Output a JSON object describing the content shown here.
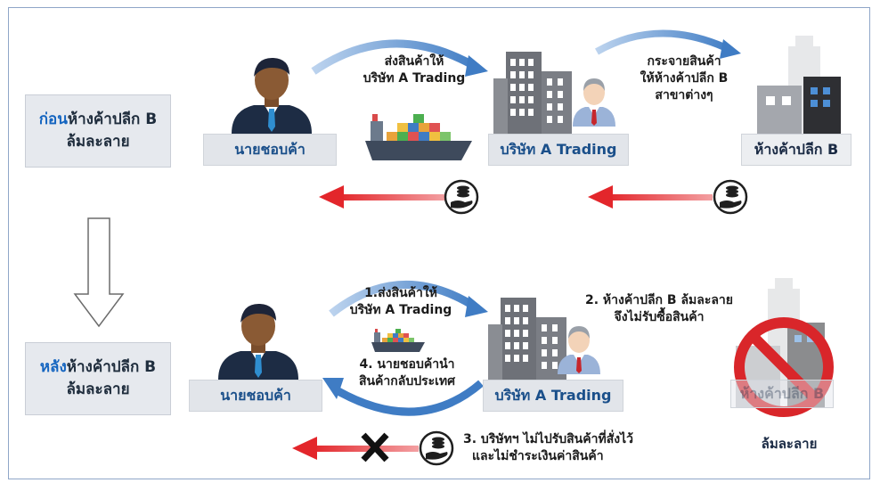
{
  "before": {
    "label_highlight": "ก่อน",
    "label_rest_line1": "ห้างค้าปลีก B",
    "label_line2": "ล้มละลาย",
    "merchant_label": "นายชอบค้า",
    "company_label": "บริษัท A Trading",
    "retailer_label": "ห้างค้าปลีก B",
    "ship_text_line1": "ส่งสินค้าให้",
    "ship_text_line2": "บริษัท A Trading",
    "distribute_text_line1": "กระจายสินค้า",
    "distribute_text_line2": "ให้ห้างค้าปลีก B",
    "distribute_text_line3": "สาขาต่างๆ"
  },
  "after": {
    "label_highlight": "หลัง",
    "label_rest_line1": "ห้างค้าปลีก B",
    "label_line2": "ล้มละลาย",
    "merchant_label": "นายชอบค้า",
    "company_label": "บริษัท A Trading",
    "retailer_faded_label": "ห้างค้าปลีก B",
    "bankrupt_label": "ล้มละลาย",
    "step1_line1": "1.ส่งสินค้าให้",
    "step1_line2": "บริษัท A Trading",
    "step2_line1": "2. ห้างค้าปลีก B ล้มละลาย",
    "step2_line2": "จึงไม่รับซื้อสินค้า",
    "step3_line1": "3. บริษัทฯ ไม่ไปรับสินค้าที่สั่งไว้",
    "step3_line2": "และไม่ชำระเงินค่าสินค้า",
    "step4_line1": "4. นายชอบค้านำ",
    "step4_line2": "สินค้ากลับประเทศ"
  },
  "colors": {
    "arrow_blue": "#3f7cc4",
    "money_arrow_red": "#e3262b",
    "label_highlight": "#1565c0",
    "building_gray": "#6e7178",
    "prohibition_red": "#d9262a"
  },
  "icons": [
    "merchant-avatar-icon",
    "cargo-ship-icon",
    "office-building-icon",
    "manager-avatar-icon",
    "retail-building-icon",
    "money-hand-icon",
    "down-arrow-icon",
    "cross-icon",
    "prohibition-icon"
  ]
}
